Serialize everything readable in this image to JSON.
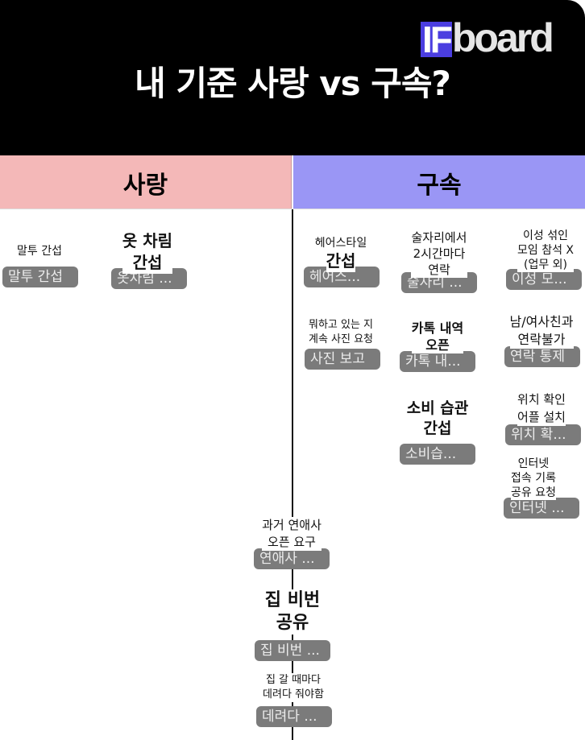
{
  "header": {
    "title": "내 기준 사랑 vs 구속?",
    "logo_if": "IF",
    "logo_board": "board"
  },
  "columns": {
    "love": "사랑",
    "bond": "구속"
  },
  "items": [
    {
      "label": "말투 간섭",
      "pill": "말투 간섭"
    },
    {
      "label": "옷 차림\n간섭",
      "pill": "옷차림 ..."
    },
    {
      "label": "헤어스타일",
      "label2": "간섭",
      "pill": "헤어스..."
    },
    {
      "label": "술자리에서\n2시간마다\n연락",
      "pill": "술자리 ..."
    },
    {
      "label": "이성 섞인\n모임 참석 X\n(업무 외)",
      "pill": "이성 모..."
    },
    {
      "label": "뭐하고 있는 지\n계속 사진 요청",
      "pill": "사진 보고"
    },
    {
      "label": "카톡 내역\n오픈",
      "pill": "카톡 내..."
    },
    {
      "label": "남/여사친과\n연락불가",
      "pill": "연락 통제"
    },
    {
      "label": "소비 습관\n간섭",
      "pill": "소비습..."
    },
    {
      "label": "위치 확인\n어플 설치",
      "pill": "위치 확..."
    },
    {
      "label": "인터넷\n접속 기록\n공유 요청",
      "pill": "인터넷 ..."
    },
    {
      "label": "과거 연애사\n오픈 요구",
      "pill": "연애사 ..."
    },
    {
      "label": "집 비번\n공유",
      "pill": "집 비번 ..."
    },
    {
      "label": "집 갈 때마다\n데려다 줘야함",
      "pill": "데려다 ..."
    }
  ],
  "colors": {
    "love": "#f4b8b8",
    "bond": "#9a96f5",
    "pill": "#7b7b7b",
    "logo": "#4b3ee0"
  }
}
